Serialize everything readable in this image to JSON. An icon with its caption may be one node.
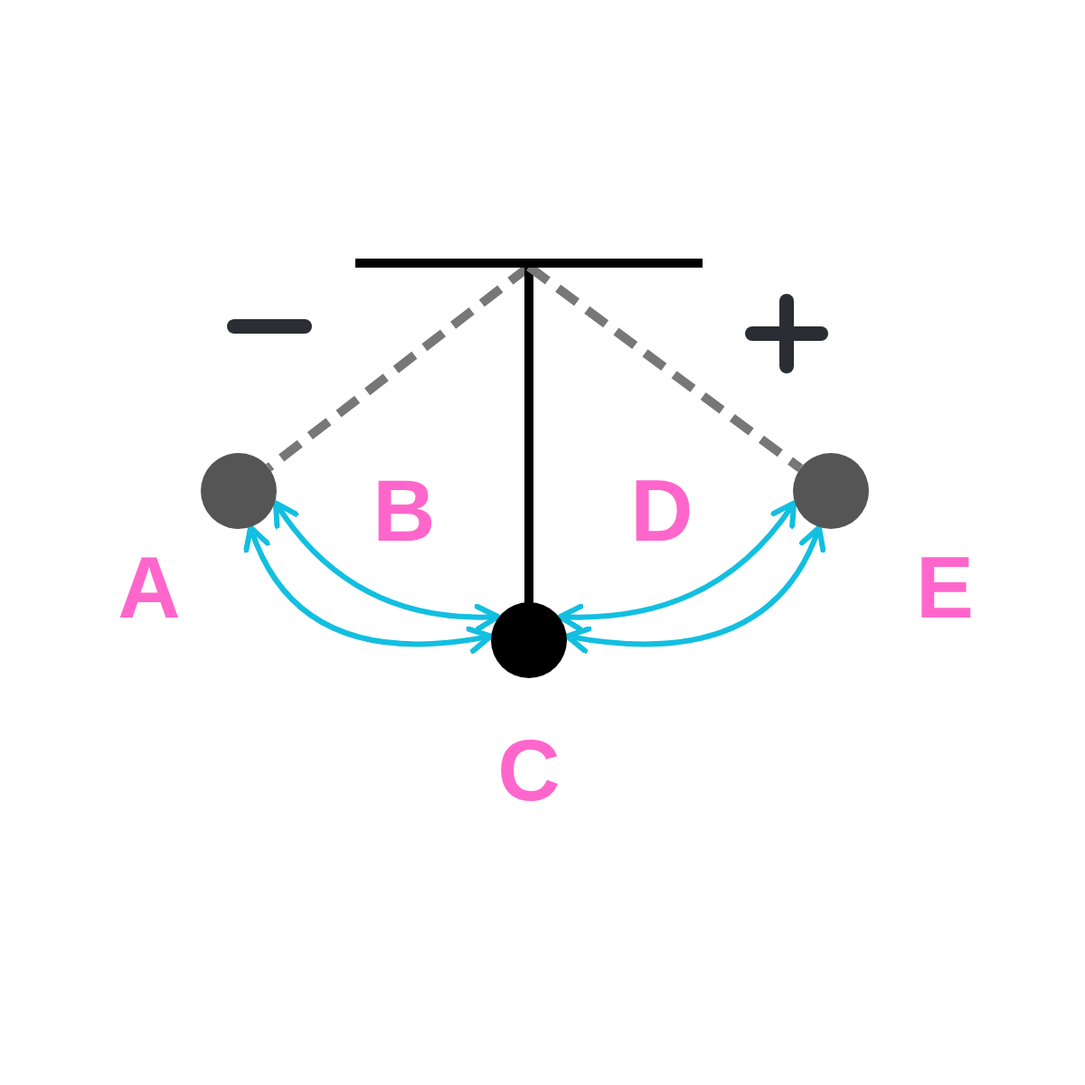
{
  "diagram": {
    "nodes": [
      {
        "text": [],
        "shape": "bar"
      },
      {
        "text": [],
        "shape": "circle",
        "beside": [
          "A"
        ]
      },
      {
        "text": [],
        "shape": "circle",
        "beside": [
          "C"
        ]
      },
      {
        "text": [],
        "shape": "circle",
        "beside": [
          "E"
        ]
      }
    ],
    "edges": [
      {
        "from": 0,
        "to": 1,
        "arrow": "none",
        "style": "dashed",
        "color": "#777777"
      },
      {
        "from": 0,
        "to": 2,
        "arrow": "none",
        "color": "#000000"
      },
      {
        "from": 0,
        "to": 3,
        "arrow": "none",
        "style": "dashed",
        "color": "#777777"
      },
      {
        "from": 1,
        "to": 2,
        "arrow": "both"
      },
      {
        "from": 1,
        "to": 2,
        "arrow": "both"
      },
      {
        "from": 3,
        "to": 2,
        "arrow": "both"
      },
      {
        "from": 3,
        "to": 2,
        "arrow": "both"
      }
    ],
    "labels": [
      "B",
      "D"
    ]
  }
}
